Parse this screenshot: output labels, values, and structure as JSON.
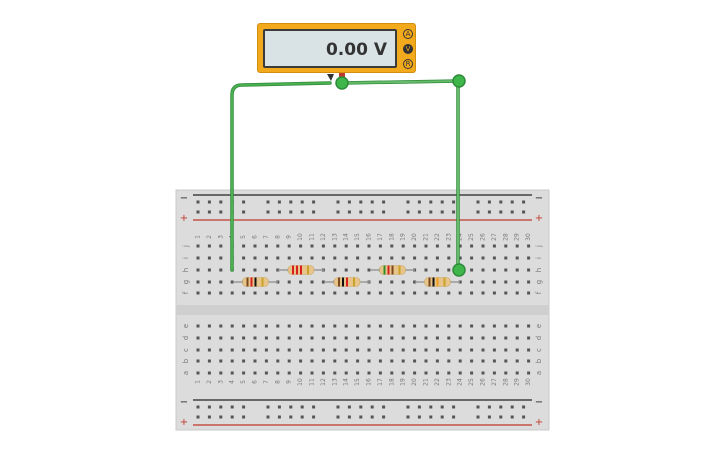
{
  "multimeter": {
    "reading": "0.00 V",
    "modes": [
      {
        "label": "A",
        "name": "ammeter-mode-button",
        "active": false
      },
      {
        "label": "V",
        "name": "voltmeter-mode-button",
        "active": true
      },
      {
        "label": "R",
        "name": "ohmmeter-mode-button",
        "active": false
      }
    ]
  },
  "breadboard": {
    "rail_minus": "−",
    "rail_plus": "+",
    "columns": [
      "1",
      "2",
      "3",
      "4",
      "5",
      "6",
      "7",
      "8",
      "9",
      "10",
      "11",
      "12",
      "13",
      "14",
      "15",
      "16",
      "17",
      "18",
      "19",
      "20",
      "21",
      "22",
      "23",
      "24",
      "25",
      "26",
      "27",
      "28",
      "29",
      "30"
    ],
    "top_rows": [
      "j",
      "i",
      "h",
      "g",
      "f"
    ],
    "bottom_rows": [
      "e",
      "d",
      "c",
      "b",
      "a"
    ]
  },
  "colors": {
    "wire": "#4caf50",
    "probe_marker": "#3fb64a",
    "meter_body": "#f2a91c",
    "rail_red": "#c0392b",
    "rail_black": "#222222"
  },
  "resistors": [
    {
      "id": "r1",
      "bands": [
        "#7a4a1e",
        "#d92020",
        "#111111",
        "#c9a227"
      ]
    },
    {
      "id": "r2",
      "bands": [
        "#d92020",
        "#d92020",
        "#d92020",
        "#c9a227"
      ]
    },
    {
      "id": "r3",
      "bands": [
        "#7a4a1e",
        "#111111",
        "#d92020",
        "#c9a227"
      ]
    },
    {
      "id": "r4",
      "bands": [
        "#2f8f2f",
        "#d92020",
        "#7a4a1e",
        "#c9a227"
      ]
    },
    {
      "id": "r5",
      "bands": [
        "#7a4a1e",
        "#111111",
        "#f0a020",
        "#c9a227"
      ]
    }
  ]
}
